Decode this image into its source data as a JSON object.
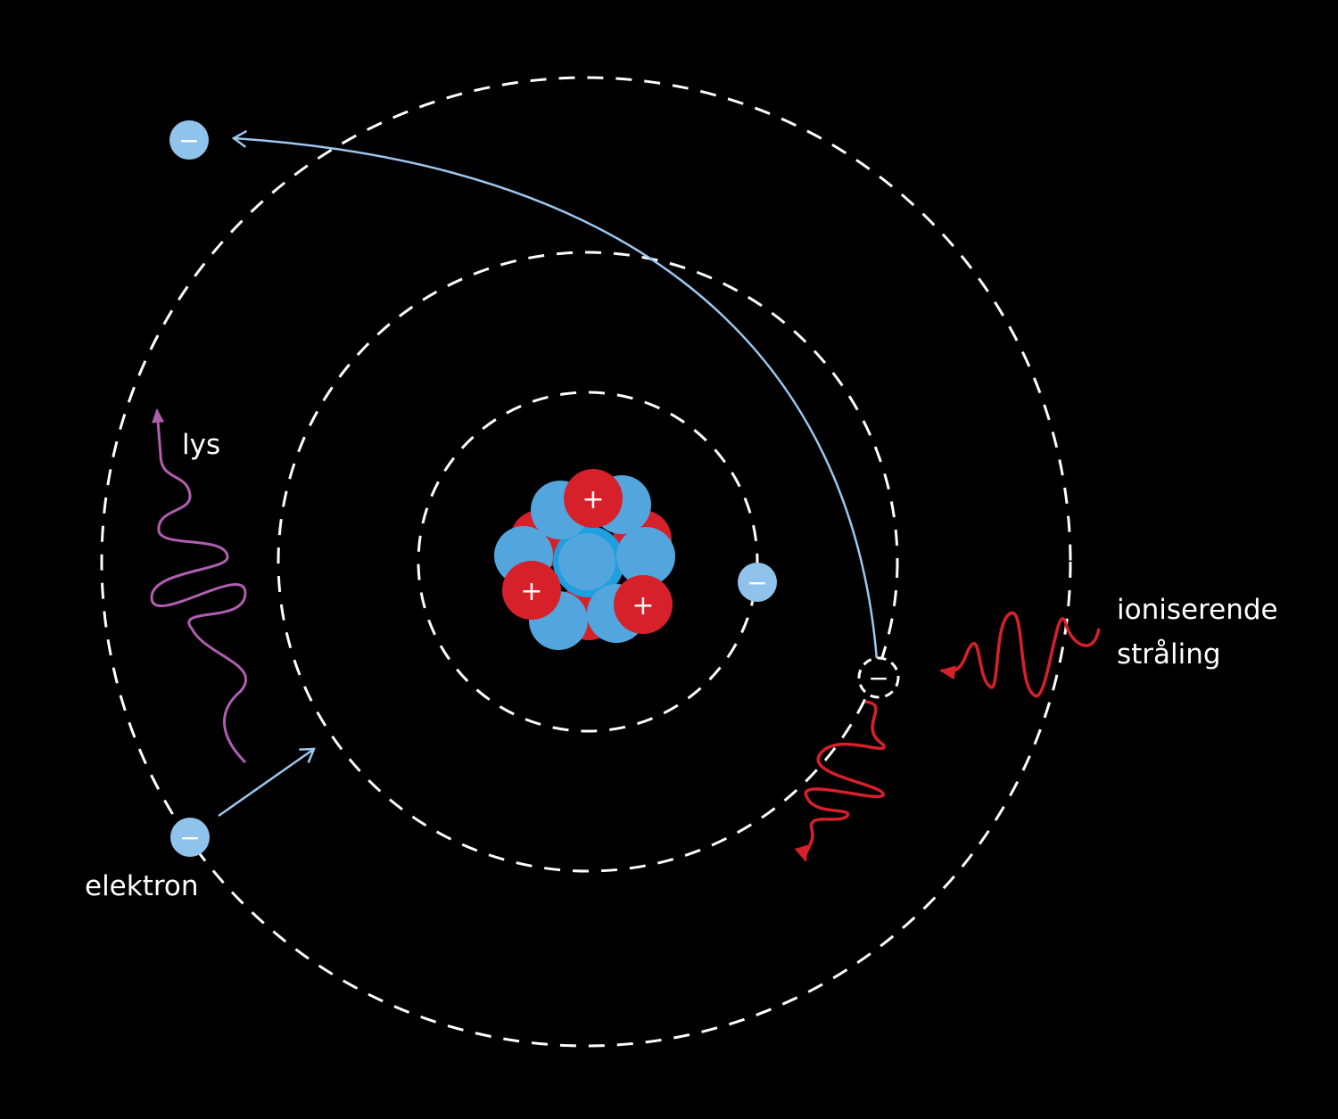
{
  "labels": {
    "light": "lys",
    "electron": "elektron",
    "ionizing_line1": "ioniserende",
    "ionizing_line2": "stråling"
  },
  "signs": {
    "negative": "−",
    "positive": "+"
  },
  "colors": {
    "background": "#000000",
    "orbit": "#ffffff",
    "electron": "#90c3ec",
    "neutron": "#52a6dd",
    "proton": "#d6202a",
    "light_wave": "#b05fb0",
    "radiation": "#d6202a",
    "electron_path": "#9cc7ee"
  }
}
